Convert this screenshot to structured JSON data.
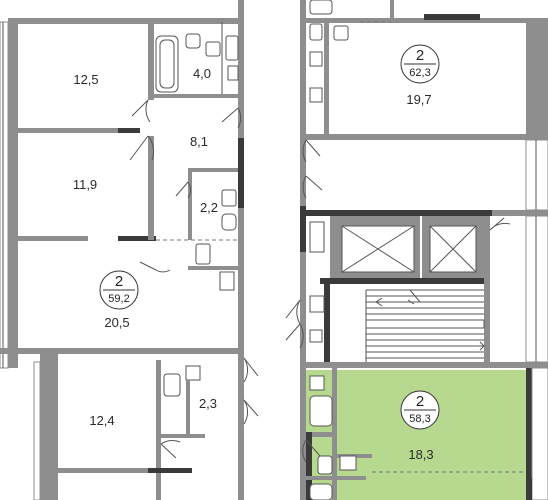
{
  "plan": {
    "background": "#ffffff",
    "highlight_color": "#b7d98f",
    "wall_color": "#8e8e8e",
    "rooms": [
      {
        "id": "r1",
        "label": "12,5"
      },
      {
        "id": "r2",
        "label": "4,0"
      },
      {
        "id": "r3",
        "label": "8,1"
      },
      {
        "id": "r4",
        "label": "11,9"
      },
      {
        "id": "r5",
        "label": "2,2"
      },
      {
        "id": "r6",
        "label": "20,5"
      },
      {
        "id": "r7",
        "label": "12,4"
      },
      {
        "id": "r8",
        "label": "2,3"
      },
      {
        "id": "r9",
        "label": "19,7"
      },
      {
        "id": "r10",
        "label": "18,3"
      }
    ],
    "apartments": [
      {
        "id": "a1",
        "rooms": "2",
        "area": "59,2"
      },
      {
        "id": "a2",
        "rooms": "2",
        "area": "62,3"
      },
      {
        "id": "a3",
        "rooms": "2",
        "area": "58,3",
        "highlighted": true
      }
    ]
  }
}
